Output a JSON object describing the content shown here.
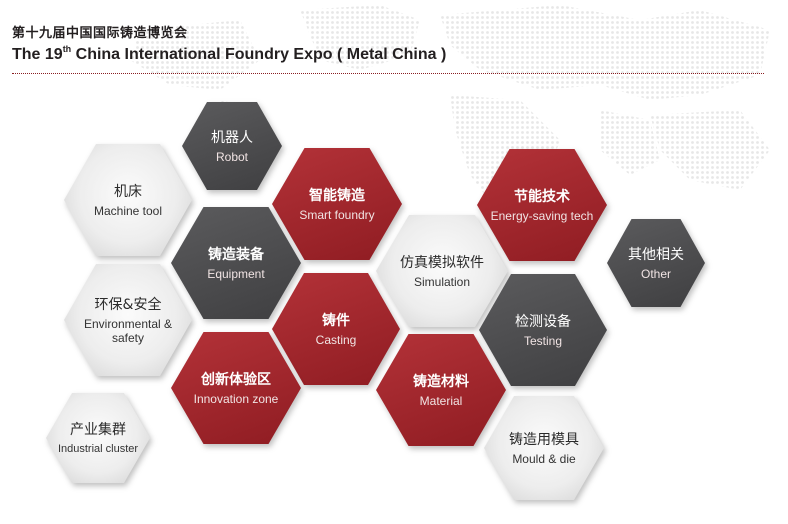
{
  "header": {
    "title_cn": "第十九届中国国际铸造博览会",
    "title_en_prefix": "The 19",
    "title_en_sup": "th",
    "title_en_suffix": " China International Foundry Expo ( Metal China )"
  },
  "colors": {
    "accent_red": "#9b2429",
    "dark_gray": "#4d4d4f",
    "light_gray": "#e6e6e6"
  },
  "categories": [
    {
      "cn": "机器人",
      "en": "Robot"
    },
    {
      "cn": "机床",
      "en": "Machine tool"
    },
    {
      "cn": "智能铸造",
      "en": "Smart foundry"
    },
    {
      "cn": "铸造装备",
      "en": "Equipment"
    },
    {
      "cn": "节能技术",
      "en": "Energy-saving tech"
    },
    {
      "cn": "仿真模拟软件",
      "en": "Simulation"
    },
    {
      "cn": "其他相关",
      "en": "Other"
    },
    {
      "cn": "环保&安全",
      "en": "Environmental & safety"
    },
    {
      "cn": "铸件",
      "en": "Casting"
    },
    {
      "cn": "检测设备",
      "en": "Testing"
    },
    {
      "cn": "创新体验区",
      "en": "Innovation zone"
    },
    {
      "cn": "铸造材料",
      "en": "Material"
    },
    {
      "cn": "产业集群",
      "en": "Industrial cluster"
    },
    {
      "cn": "铸造用模具",
      "en": "Mould & die"
    }
  ]
}
